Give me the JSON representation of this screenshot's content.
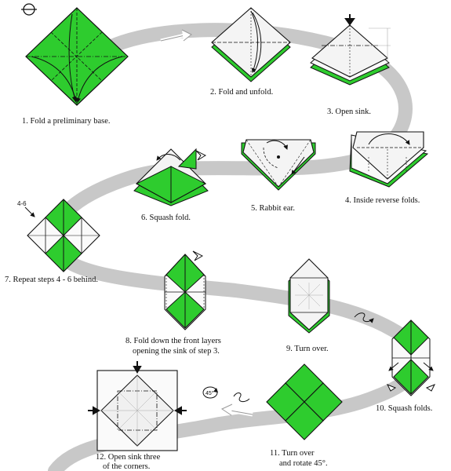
{
  "colors": {
    "paper_green": "#2ecc2e",
    "paper_white": "#f6f6f6",
    "path_gray": "#c8c8c8",
    "line_black": "#111111"
  },
  "steps": [
    {
      "id": 1,
      "caption": "1. Fold a preliminary base."
    },
    {
      "id": 2,
      "caption": "2. Fold and unfold."
    },
    {
      "id": 3,
      "caption": "3. Open sink."
    },
    {
      "id": 4,
      "caption": "4. Inside reverse folds."
    },
    {
      "id": 5,
      "caption": "5. Rabbit ear."
    },
    {
      "id": 6,
      "caption": "6. Squash fold."
    },
    {
      "id": 7,
      "caption": "7. Repeat steps 4 - 6 behind."
    },
    {
      "id": 8,
      "caption_lines": [
        "8. Fold down the front layers",
        "opening the sink of step 3."
      ]
    },
    {
      "id": 9,
      "caption": "9. Turn over."
    },
    {
      "id": 10,
      "caption": "10. Squash folds."
    },
    {
      "id": 11,
      "caption_lines": [
        "11. Turn over",
        "and rotate 45°."
      ]
    },
    {
      "id": 12,
      "caption_lines": [
        "12. Open sink three",
        "of the corners."
      ]
    }
  ],
  "marks": {
    "repeat_range": "4-6",
    "rotate_angle": "45°"
  }
}
